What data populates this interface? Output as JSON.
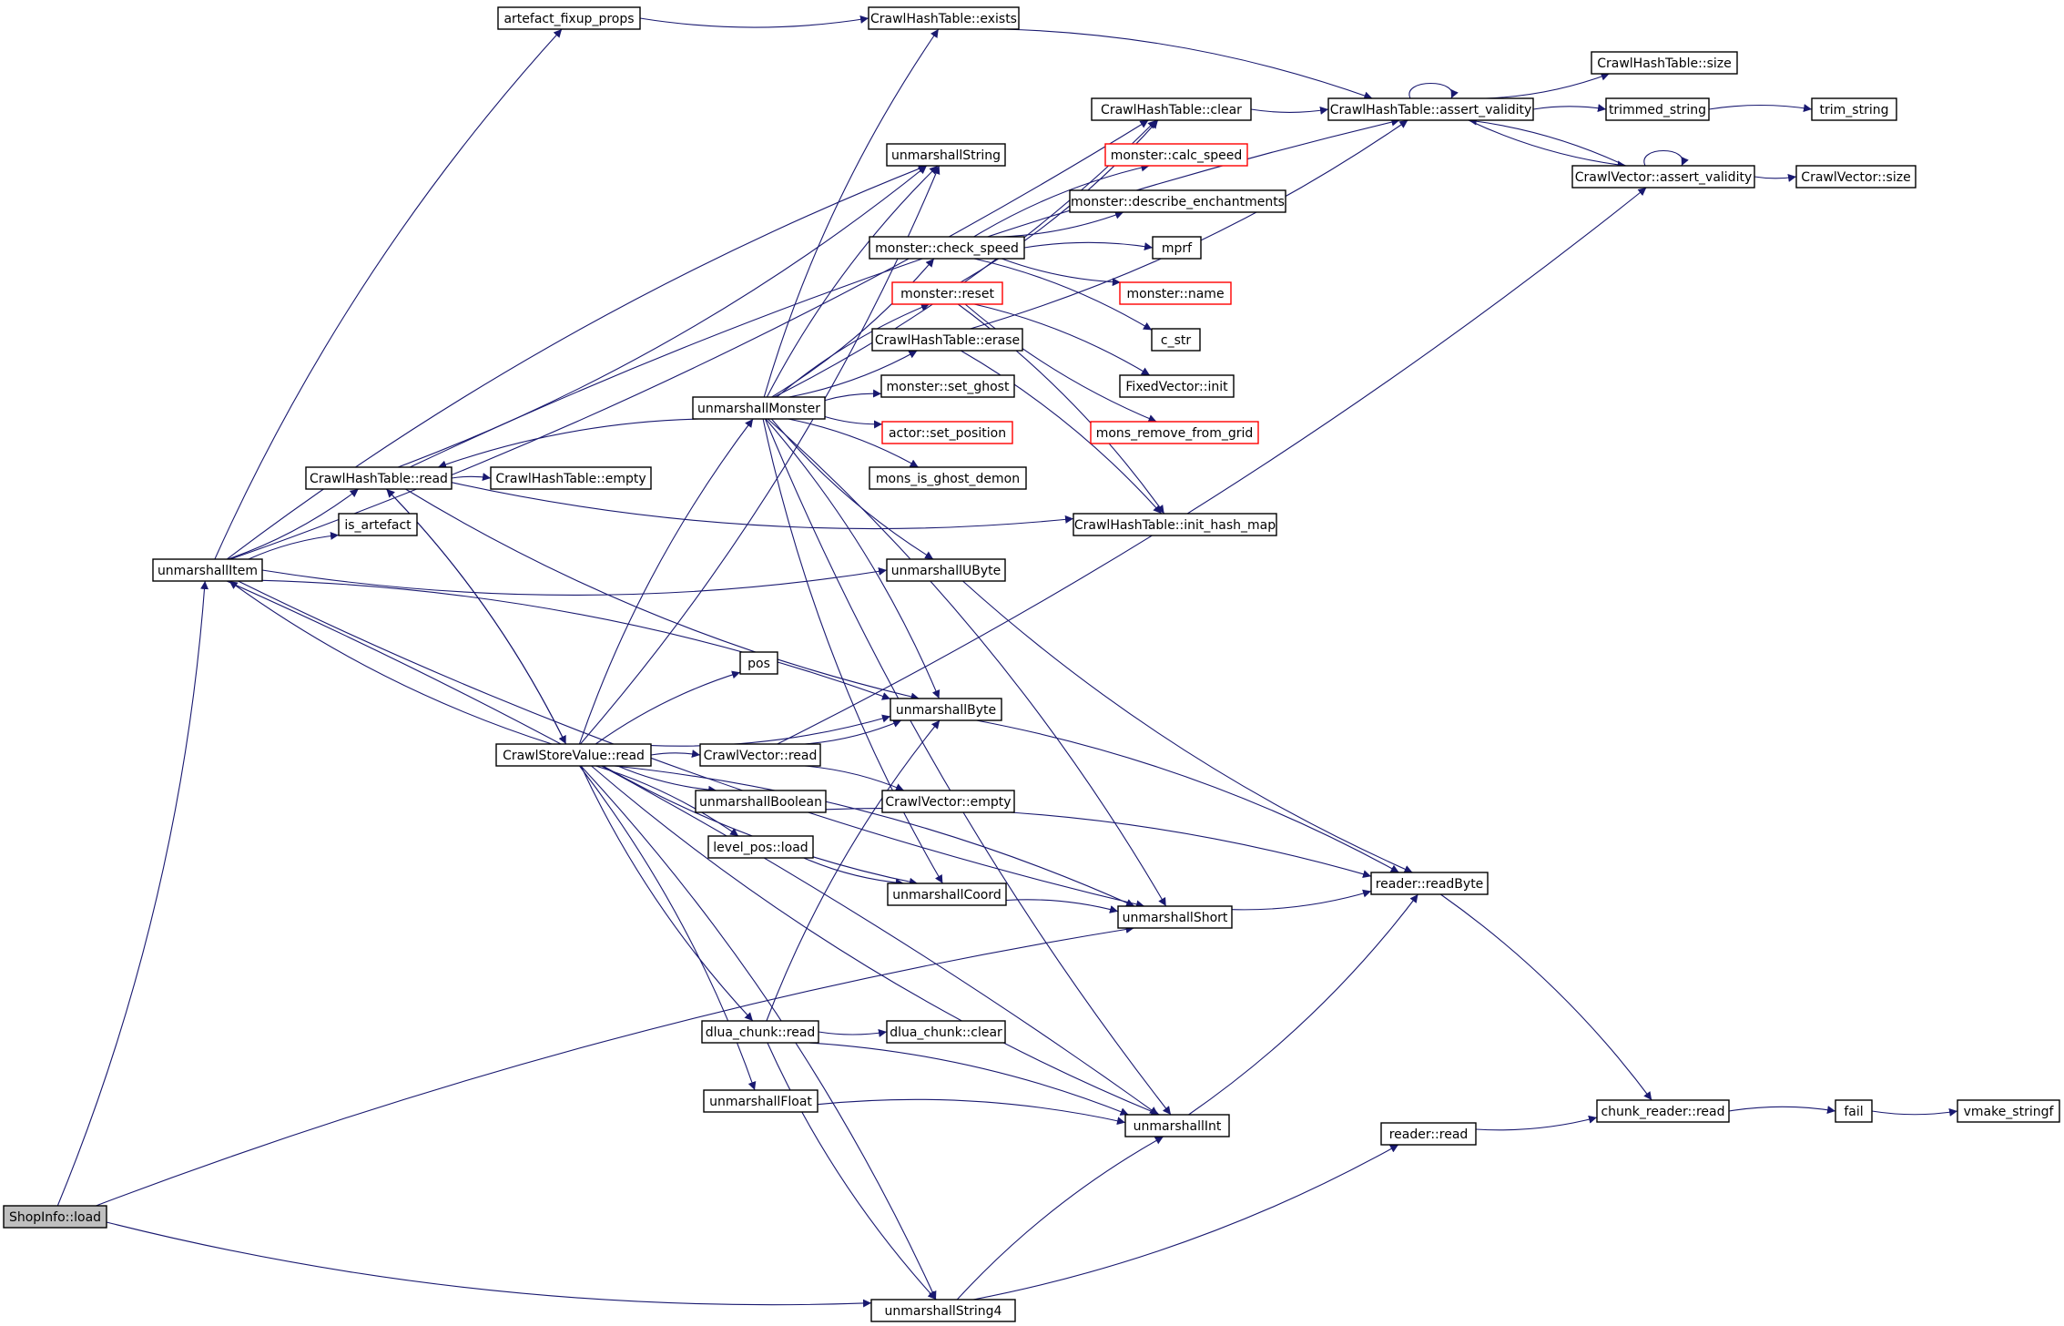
{
  "colors": {
    "edge": "#191970",
    "node_border": "#000000",
    "node_border_highlight": "#ff0000",
    "root_fill": "#bfbfbf",
    "node_fill": "#ffffff"
  },
  "nodes": [
    {
      "id": "shopinfo_load",
      "label": "ShopInfo::load",
      "root": true
    },
    {
      "id": "unmarshallItem",
      "label": "unmarshallItem"
    },
    {
      "id": "artefact_fixup_props",
      "label": "artefact_fixup_props"
    },
    {
      "id": "cht_exists",
      "label": "CrawlHashTable::exists"
    },
    {
      "id": "cht_clear",
      "label": "CrawlHashTable::clear"
    },
    {
      "id": "cht_assert_validity",
      "label": "CrawlHashTable::assert_validity"
    },
    {
      "id": "cht_size",
      "label": "CrawlHashTable::size"
    },
    {
      "id": "trimmed_string",
      "label": "trimmed_string"
    },
    {
      "id": "trim_string",
      "label": "trim_string"
    },
    {
      "id": "cv_assert_validity",
      "label": "CrawlVector::assert_validity"
    },
    {
      "id": "cv_size",
      "label": "CrawlVector::size"
    },
    {
      "id": "unmarshallString",
      "label": "unmarshallString"
    },
    {
      "id": "monster_calc_speed",
      "label": "monster::calc_speed",
      "highlight": true
    },
    {
      "id": "monster_describe_enchantments",
      "label": "monster::describe_enchantments"
    },
    {
      "id": "monster_check_speed",
      "label": "monster::check_speed"
    },
    {
      "id": "mprf",
      "label": "mprf"
    },
    {
      "id": "monster_reset",
      "label": "monster::reset",
      "highlight": true
    },
    {
      "id": "monster_name",
      "label": "monster::name",
      "highlight": true
    },
    {
      "id": "c_str",
      "label": "c_str"
    },
    {
      "id": "cht_erase",
      "label": "CrawlHashTable::erase"
    },
    {
      "id": "fixedvector_init",
      "label": "FixedVector::init"
    },
    {
      "id": "monster_set_ghost",
      "label": "monster::set_ghost"
    },
    {
      "id": "unmarshallMonster",
      "label": "unmarshallMonster"
    },
    {
      "id": "actor_set_position",
      "label": "actor::set_position",
      "highlight": true
    },
    {
      "id": "mons_remove_from_grid",
      "label": "mons_remove_from_grid",
      "highlight": true
    },
    {
      "id": "cht_read",
      "label": "CrawlHashTable::read"
    },
    {
      "id": "cht_empty",
      "label": "CrawlHashTable::empty"
    },
    {
      "id": "mons_is_ghost_demon",
      "label": "mons_is_ghost_demon"
    },
    {
      "id": "cht_init_hash_map",
      "label": "CrawlHashTable::init_hash_map"
    },
    {
      "id": "is_artefact",
      "label": "is_artefact"
    },
    {
      "id": "unmarshallUByte",
      "label": "unmarshallUByte"
    },
    {
      "id": "pos",
      "label": "pos"
    },
    {
      "id": "unmarshallByte",
      "label": "unmarshallByte"
    },
    {
      "id": "csv_read",
      "label": "CrawlStoreValue::read"
    },
    {
      "id": "cv_read",
      "label": "CrawlVector::read"
    },
    {
      "id": "cv_empty",
      "label": "CrawlVector::empty"
    },
    {
      "id": "unmarshallBoolean",
      "label": "unmarshallBoolean"
    },
    {
      "id": "level_pos_load",
      "label": "level_pos::load"
    },
    {
      "id": "reader_readByte",
      "label": "reader::readByte"
    },
    {
      "id": "unmarshallCoord",
      "label": "unmarshallCoord"
    },
    {
      "id": "unmarshallShort",
      "label": "unmarshallShort"
    },
    {
      "id": "dlua_chunk_read",
      "label": "dlua_chunk::read"
    },
    {
      "id": "dlua_chunk_clear",
      "label": "dlua_chunk::clear"
    },
    {
      "id": "unmarshallFloat",
      "label": "unmarshallFloat"
    },
    {
      "id": "unmarshallInt",
      "label": "unmarshallInt"
    },
    {
      "id": "reader_read",
      "label": "reader::read"
    },
    {
      "id": "chunk_reader_read",
      "label": "chunk_reader::read"
    },
    {
      "id": "fail",
      "label": "fail"
    },
    {
      "id": "vmake_stringf",
      "label": "vmake_stringf"
    },
    {
      "id": "unmarshallString4",
      "label": "unmarshallString4"
    }
  ],
  "edges": [
    [
      "shopinfo_load",
      "unmarshallItem"
    ],
    [
      "shopinfo_load",
      "unmarshallShort"
    ],
    [
      "shopinfo_load",
      "unmarshallString4"
    ],
    [
      "unmarshallItem",
      "artefact_fixup_props"
    ],
    [
      "unmarshallItem",
      "cht_clear"
    ],
    [
      "unmarshallItem",
      "unmarshallString"
    ],
    [
      "unmarshallItem",
      "cht_read"
    ],
    [
      "unmarshallItem",
      "is_artefact"
    ],
    [
      "unmarshallItem",
      "unmarshallUByte"
    ],
    [
      "unmarshallItem",
      "unmarshallByte"
    ],
    [
      "unmarshallItem",
      "unmarshallShort"
    ],
    [
      "unmarshallItem",
      "unmarshallInt"
    ],
    [
      "artefact_fixup_props",
      "cht_exists"
    ],
    [
      "cht_exists",
      "cht_assert_validity"
    ],
    [
      "cht_clear",
      "cht_assert_validity"
    ],
    [
      "cht_assert_validity",
      "cht_assert_validity"
    ],
    [
      "cht_assert_validity",
      "cht_size"
    ],
    [
      "cht_assert_validity",
      "trimmed_string"
    ],
    [
      "cht_assert_validity",
      "cv_assert_validity"
    ],
    [
      "trimmed_string",
      "trim_string"
    ],
    [
      "cv_assert_validity",
      "cht_assert_validity"
    ],
    [
      "cv_assert_validity",
      "cv_assert_validity"
    ],
    [
      "cv_assert_validity",
      "cv_size"
    ],
    [
      "cht_read",
      "cht_assert_validity"
    ],
    [
      "cht_read",
      "unmarshallString"
    ],
    [
      "cht_read",
      "cht_empty"
    ],
    [
      "cht_read",
      "cht_init_hash_map"
    ],
    [
      "cht_read",
      "csv_read"
    ],
    [
      "cht_read",
      "unmarshallByte"
    ],
    [
      "csv_read",
      "unmarshallItem"
    ],
    [
      "csv_read",
      "cht_read"
    ],
    [
      "csv_read",
      "unmarshallMonster"
    ],
    [
      "csv_read",
      "unmarshallString"
    ],
    [
      "csv_read",
      "pos"
    ],
    [
      "csv_read",
      "unmarshallByte"
    ],
    [
      "csv_read",
      "cv_read"
    ],
    [
      "csv_read",
      "unmarshallBoolean"
    ],
    [
      "csv_read",
      "level_pos_load"
    ],
    [
      "csv_read",
      "unmarshallCoord"
    ],
    [
      "csv_read",
      "unmarshallShort"
    ],
    [
      "csv_read",
      "dlua_chunk_read"
    ],
    [
      "csv_read",
      "unmarshallFloat"
    ],
    [
      "csv_read",
      "unmarshallInt"
    ],
    [
      "csv_read",
      "unmarshallString4"
    ],
    [
      "unmarshallMonster",
      "cht_read"
    ],
    [
      "unmarshallMonster",
      "cht_exists"
    ],
    [
      "unmarshallMonster",
      "cht_clear"
    ],
    [
      "unmarshallMonster",
      "unmarshallString"
    ],
    [
      "unmarshallMonster",
      "monster_check_speed"
    ],
    [
      "unmarshallMonster",
      "monster_reset"
    ],
    [
      "unmarshallMonster",
      "cht_erase"
    ],
    [
      "unmarshallMonster",
      "monster_set_ghost"
    ],
    [
      "unmarshallMonster",
      "actor_set_position"
    ],
    [
      "unmarshallMonster",
      "mons_is_ghost_demon"
    ],
    [
      "unmarshallMonster",
      "unmarshallUByte"
    ],
    [
      "unmarshallMonster",
      "unmarshallByte"
    ],
    [
      "unmarshallMonster",
      "unmarshallCoord"
    ],
    [
      "unmarshallMonster",
      "unmarshallShort"
    ],
    [
      "unmarshallMonster",
      "unmarshallInt"
    ],
    [
      "monster_check_speed",
      "monster_calc_speed"
    ],
    [
      "monster_check_speed",
      "monster_describe_enchantments"
    ],
    [
      "monster_check_speed",
      "mprf"
    ],
    [
      "monster_check_speed",
      "monster_name"
    ],
    [
      "monster_check_speed",
      "c_str"
    ],
    [
      "monster_reset",
      "cht_clear"
    ],
    [
      "monster_reset",
      "fixedvector_init"
    ],
    [
      "monster_reset",
      "mons_remove_from_grid"
    ],
    [
      "monster_reset",
      "cht_init_hash_map"
    ],
    [
      "cht_erase",
      "cht_assert_validity"
    ],
    [
      "cht_erase",
      "cht_init_hash_map"
    ],
    [
      "unmarshallUByte",
      "reader_readByte"
    ],
    [
      "unmarshallByte",
      "reader_readByte"
    ],
    [
      "cv_read",
      "unmarshallByte"
    ],
    [
      "cv_read",
      "cv_empty"
    ],
    [
      "cv_read",
      "cv_assert_validity"
    ],
    [
      "unmarshallBoolean",
      "reader_readByte"
    ],
    [
      "level_pos_load",
      "unmarshallCoord"
    ],
    [
      "unmarshallCoord",
      "unmarshallShort"
    ],
    [
      "unmarshallShort",
      "reader_readByte"
    ],
    [
      "dlua_chunk_read",
      "unmarshallByte"
    ],
    [
      "dlua_chunk_read",
      "dlua_chunk_clear"
    ],
    [
      "dlua_chunk_read",
      "unmarshallInt"
    ],
    [
      "dlua_chunk_read",
      "unmarshallString4"
    ],
    [
      "unmarshallFloat",
      "unmarshallInt"
    ],
    [
      "unmarshallInt",
      "reader_readByte"
    ],
    [
      "unmarshallString4",
      "unmarshallInt"
    ],
    [
      "unmarshallString4",
      "reader_read"
    ],
    [
      "reader_readByte",
      "chunk_reader_read"
    ],
    [
      "reader_read",
      "chunk_reader_read"
    ],
    [
      "chunk_reader_read",
      "fail"
    ],
    [
      "fail",
      "vmake_stringf"
    ]
  ]
}
